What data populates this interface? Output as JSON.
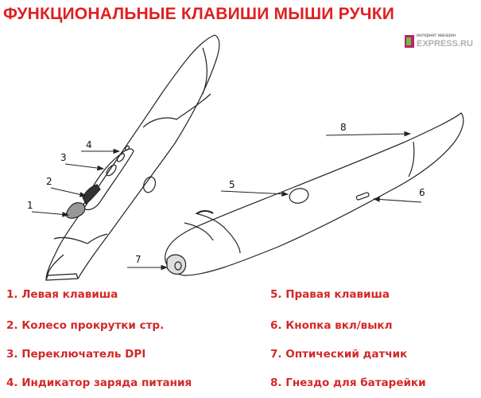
{
  "title": "ФУНКЦИОНАЛЬНЫЕ КЛАВИШИ МЫШИ РУЧКИ",
  "logo": {
    "tagline": "интернет магазин",
    "name": "EXPRESS.RU"
  },
  "callouts": [
    "1",
    "2",
    "3",
    "4",
    "5",
    "6",
    "7",
    "8"
  ],
  "legend": [
    "1. Левая клавиша",
    "2. Колесо прокрутки стр.",
    "3. Переключатель DPI",
    "4. Индикатор заряда питания",
    "5. Правая клавиша",
    "6. Кнопка вкл/выкл",
    "7. Оптический датчик",
    "8. Гнездо для батарейки"
  ],
  "colors": {
    "title": "#e02020",
    "legend": "#d42828",
    "line": "#222222"
  }
}
